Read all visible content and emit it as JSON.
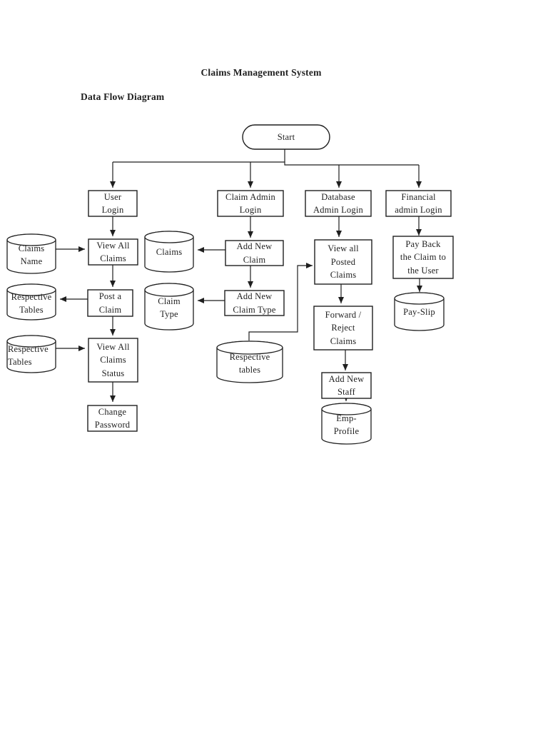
{
  "page": {
    "title": "Claims Management System",
    "subtitle": "Data Flow Diagram"
  },
  "colors": {
    "background": "#ffffff",
    "ink": "#1f1f1f"
  },
  "nodes": {
    "start": {
      "shape": "terminator",
      "lines": [
        "Start"
      ]
    },
    "user_login": {
      "shape": "process",
      "lines": [
        "User",
        "Login"
      ]
    },
    "claim_admin_login": {
      "shape": "process",
      "lines": [
        "Claim Admin",
        "Login"
      ]
    },
    "database_admin_login": {
      "shape": "process",
      "lines": [
        "Database",
        "Admin Login"
      ]
    },
    "financial_admin_login": {
      "shape": "process",
      "lines": [
        "Financial",
        "admin Login"
      ]
    },
    "claims_name": {
      "shape": "datastore",
      "lines": [
        "Claims",
        "Name"
      ]
    },
    "view_all_claims": {
      "shape": "process",
      "lines": [
        "View All",
        "Claims"
      ]
    },
    "respective_tables_1": {
      "shape": "datastore",
      "lines": [
        "Respective",
        "Tables"
      ]
    },
    "post_a_claim": {
      "shape": "process",
      "lines": [
        "Post a",
        "Claim"
      ]
    },
    "respective_tables_2": {
      "shape": "datastore",
      "lines": [
        "Respective",
        "Tables"
      ]
    },
    "view_all_claims_status": {
      "shape": "process",
      "lines": [
        "View All",
        "Claims",
        "Status"
      ]
    },
    "change_password": {
      "shape": "process",
      "lines": [
        "Change",
        "Password"
      ]
    },
    "claims": {
      "shape": "datastore",
      "lines": [
        "Claims"
      ]
    },
    "add_new_claim": {
      "shape": "process",
      "lines": [
        "Add New",
        "Claim"
      ]
    },
    "claim_type": {
      "shape": "datastore",
      "lines": [
        "Claim",
        "Type"
      ]
    },
    "add_new_claim_type": {
      "shape": "process",
      "lines": [
        "Add New",
        "Claim Type"
      ]
    },
    "respective_tables_mid": {
      "shape": "datastore",
      "lines": [
        "Respective",
        "tables"
      ]
    },
    "view_all_posted_claims": {
      "shape": "process",
      "lines": [
        "View all",
        "Posted",
        "Claims"
      ]
    },
    "forward_reject_claims": {
      "shape": "process",
      "lines": [
        "Forward /",
        "Reject",
        "Claims"
      ]
    },
    "add_new_staff": {
      "shape": "process",
      "lines": [
        "Add New",
        "Staff"
      ]
    },
    "emp_profile": {
      "shape": "datastore",
      "lines": [
        "Emp-",
        "Profile"
      ]
    },
    "pay_back": {
      "shape": "process",
      "lines": [
        "Pay Back",
        "the Claim to",
        "the User"
      ]
    },
    "pay_slip": {
      "shape": "datastore",
      "lines": [
        "Pay-Slip"
      ]
    }
  }
}
